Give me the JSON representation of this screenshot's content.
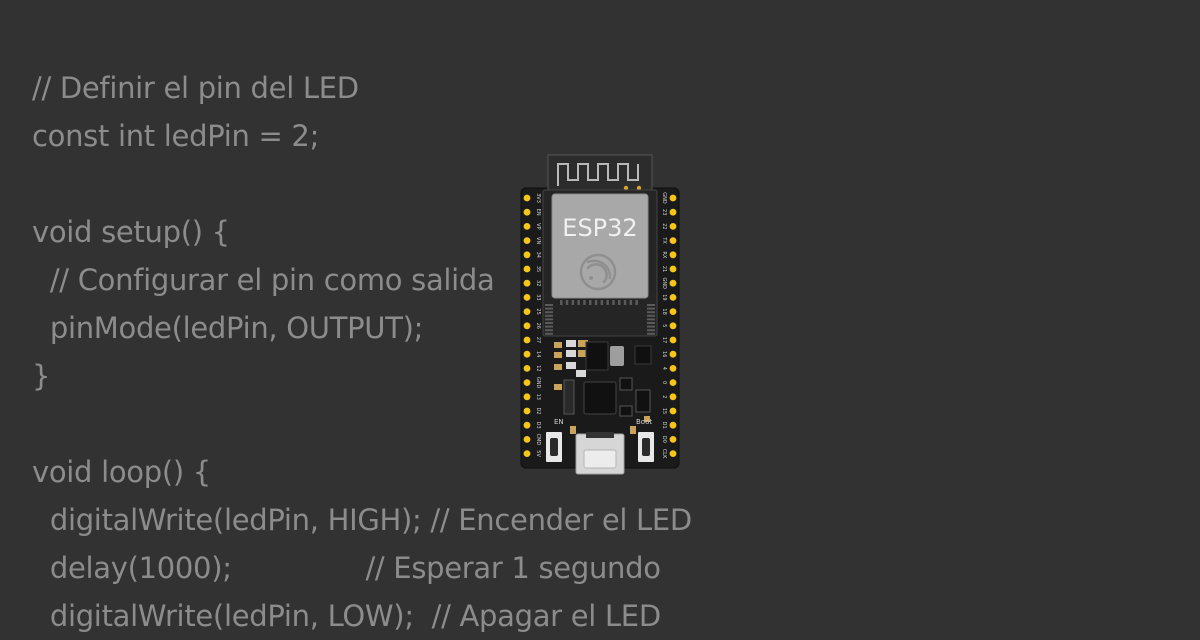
{
  "code": {
    "lines": [
      "// Definir el pin del LED",
      "const int ledPin = 2;",
      "",
      "void setup() {",
      "  // Configurar el pin como salida",
      "  pinMode(ledPin, OUTPUT);",
      "}",
      "",
      "void loop() {",
      "  digitalWrite(ledPin, HIGH); // Encender el LED",
      "  delay(1000);               // Esperar 1 segundo",
      "  digitalWrite(ledPin, LOW);  // Apagar el LED"
    ]
  },
  "board": {
    "module_label": "ESP32",
    "en_label": "EN",
    "boot_label": "Boot",
    "left_pins": [
      "3V3",
      "EN",
      "VP",
      "VN",
      "34",
      "35",
      "32",
      "33",
      "25",
      "26",
      "27",
      "14",
      "12",
      "GND",
      "13",
      "D2",
      "D3",
      "CMD",
      "5V"
    ],
    "right_pins": [
      "GND",
      "23",
      "22",
      "TX",
      "RX",
      "21",
      "GND",
      "19",
      "18",
      "5",
      "17",
      "16",
      "4",
      "0",
      "2",
      "15",
      "D1",
      "D0",
      "CLK"
    ],
    "colors": {
      "background": "#323232",
      "code_text": "#8c8c8c",
      "pcb": "#1a1a1a",
      "module_shield": "#a8a8a8",
      "pin_pad": "#f5c518"
    },
    "icons": [
      "espressif-logo-icon"
    ]
  }
}
